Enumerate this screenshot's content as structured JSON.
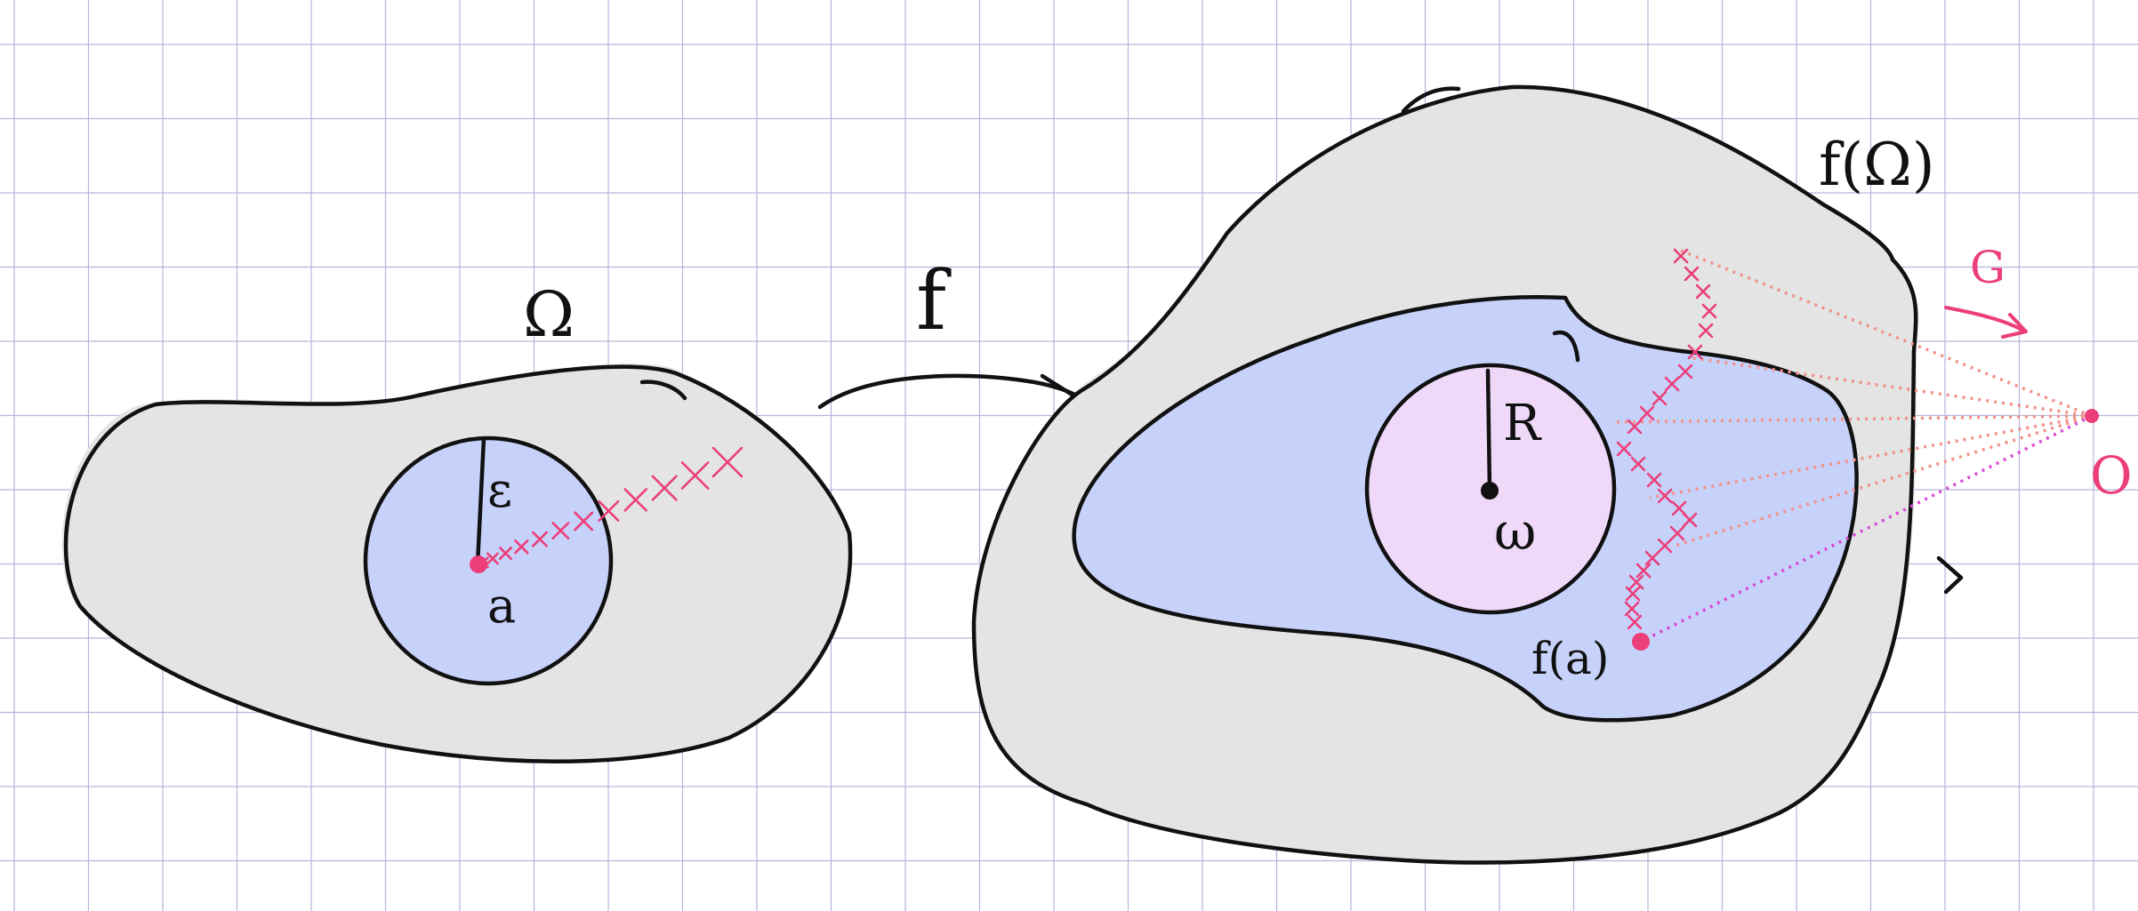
{
  "labels": {
    "domain": "Ω",
    "map": "f",
    "radius_small": "ε",
    "center_small": "a",
    "image_domain": "f(Ω)",
    "radius_big": "R",
    "center_big": "ω",
    "image_point": "f(a)",
    "origin": "O",
    "curve": "G"
  },
  "colors": {
    "paper": "#ffffff",
    "grid": "#b4b6d9",
    "region_grey": "#e4e4e4",
    "region_blue": "#c7d2fb",
    "disk_pink": "#efd8f8",
    "ink": "#111111",
    "accent": "#ec3f7a",
    "ray": "#f2918b",
    "ray_magenta": "#d94ad6"
  }
}
